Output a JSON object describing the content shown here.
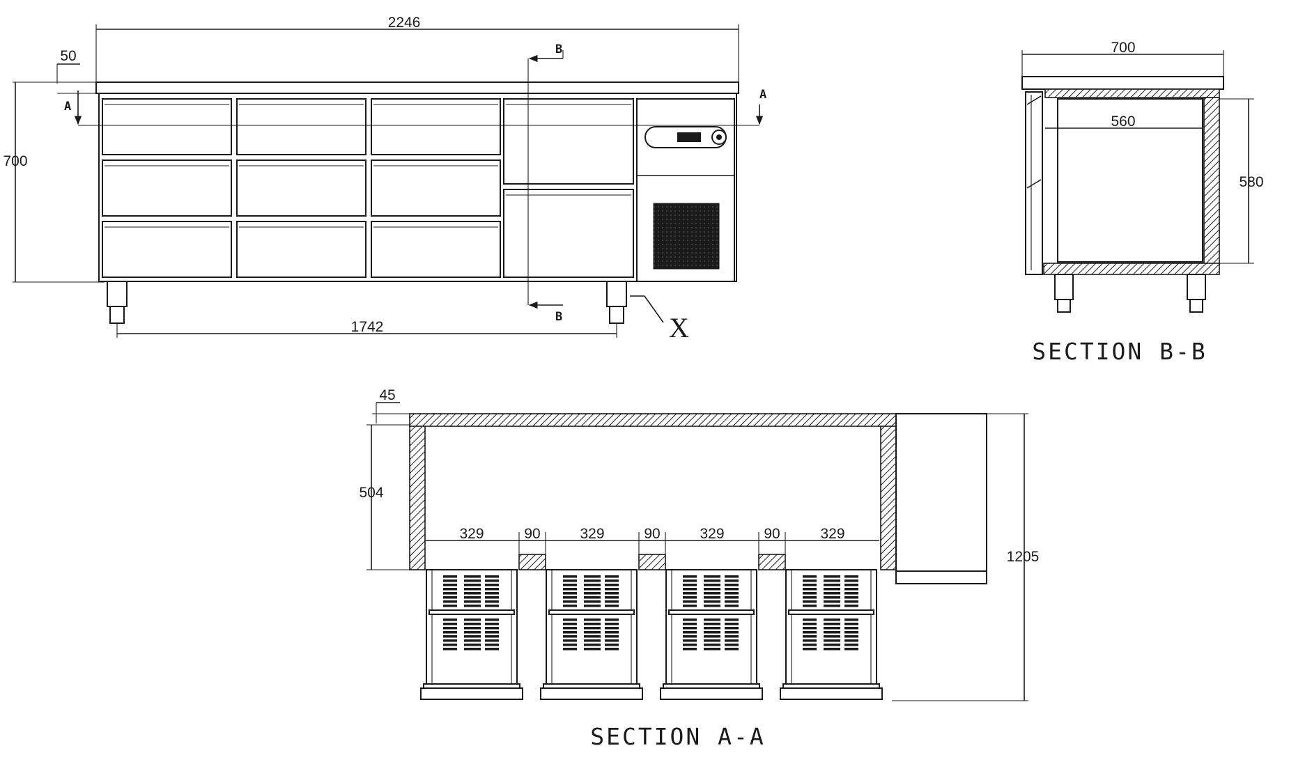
{
  "front_view": {
    "width_overall": "2246",
    "top_thickness": "50",
    "height_overall": "700",
    "leg_span": "1742",
    "detail_marker": "X"
  },
  "section_markers": {
    "a_left": "A",
    "a_right": "A",
    "b_top": "B",
    "b_bottom": "B"
  },
  "section_b_b": {
    "caption": "SECTION B-B",
    "depth_overall": "700",
    "inner_depth": "560",
    "inner_height": "580"
  },
  "section_a_a": {
    "caption": "SECTION A-A",
    "wall_thickness": "45",
    "inner_height": "504",
    "overall_height": "1205",
    "drawer_widths": [
      "329",
      "329",
      "329",
      "329"
    ],
    "gap_widths": [
      "90",
      "90",
      "90"
    ]
  },
  "colors": {
    "ink": "#1a1a1a",
    "paper": "#ffffff"
  }
}
